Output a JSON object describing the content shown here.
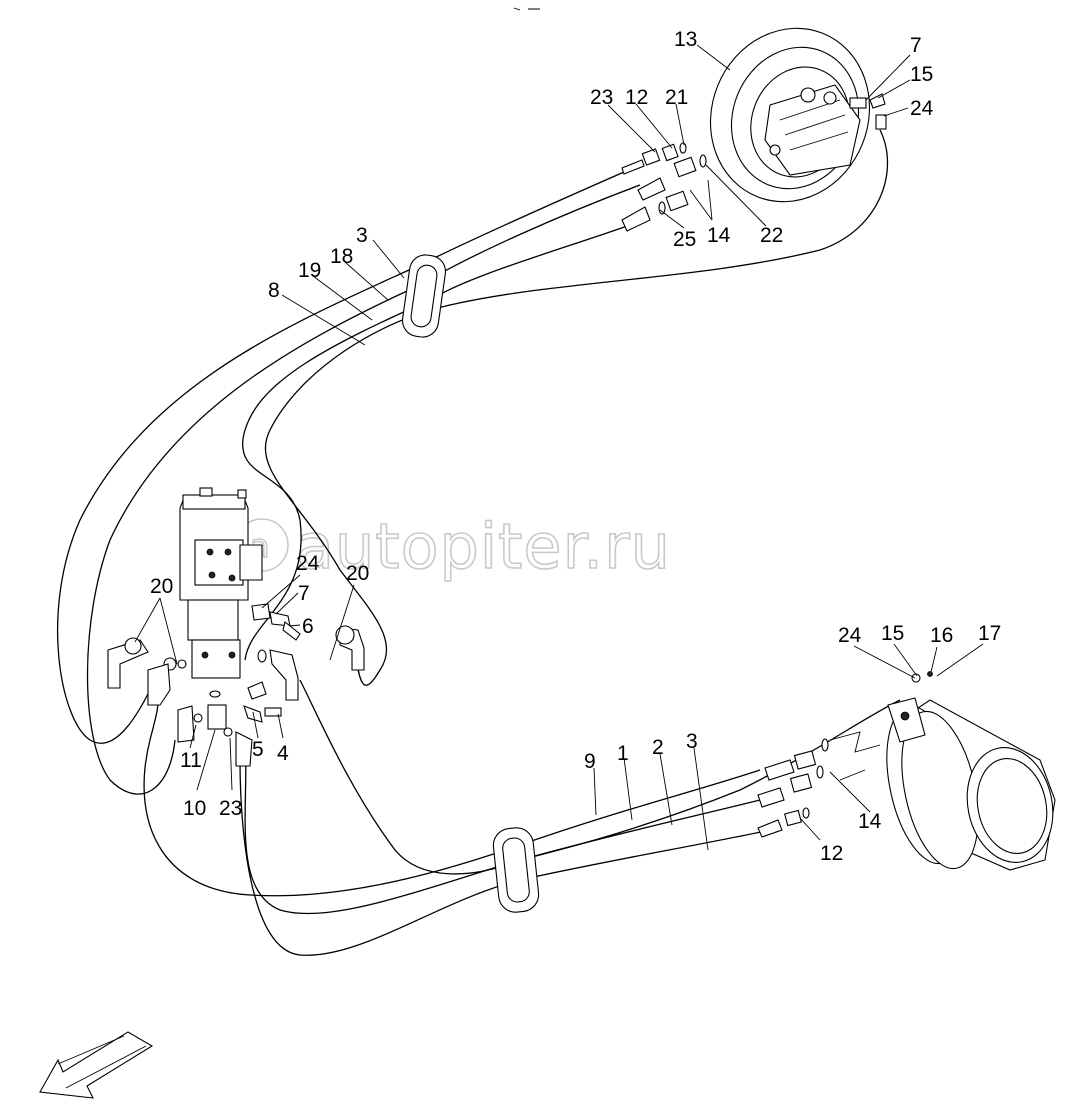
{
  "watermark": {
    "text": "autopiter.ru"
  },
  "callouts": {
    "c13": "13",
    "c7a": "7",
    "c15a": "15",
    "c24a": "24",
    "c23a": "23",
    "c12a": "12",
    "c21": "21",
    "c25": "25",
    "c14a": "14",
    "c22": "22",
    "c3a": "3",
    "c18": "18",
    "c19": "19",
    "c8": "8",
    "c24b": "24",
    "c7b": "7",
    "c6": "6",
    "c20a": "20",
    "c20b": "20",
    "c11": "11",
    "c10": "10",
    "c23b": "23",
    "c5": "5",
    "c4": "4",
    "c24c": "24",
    "c15b": "15",
    "c16": "16",
    "c17": "17",
    "c9": "9",
    "c1": "1",
    "c2": "2",
    "c3b": "3",
    "c14b": "14",
    "c12b": "12"
  },
  "colors": {
    "line": "#000000",
    "background": "#ffffff",
    "watermark_stroke": "#c9c9c9"
  }
}
